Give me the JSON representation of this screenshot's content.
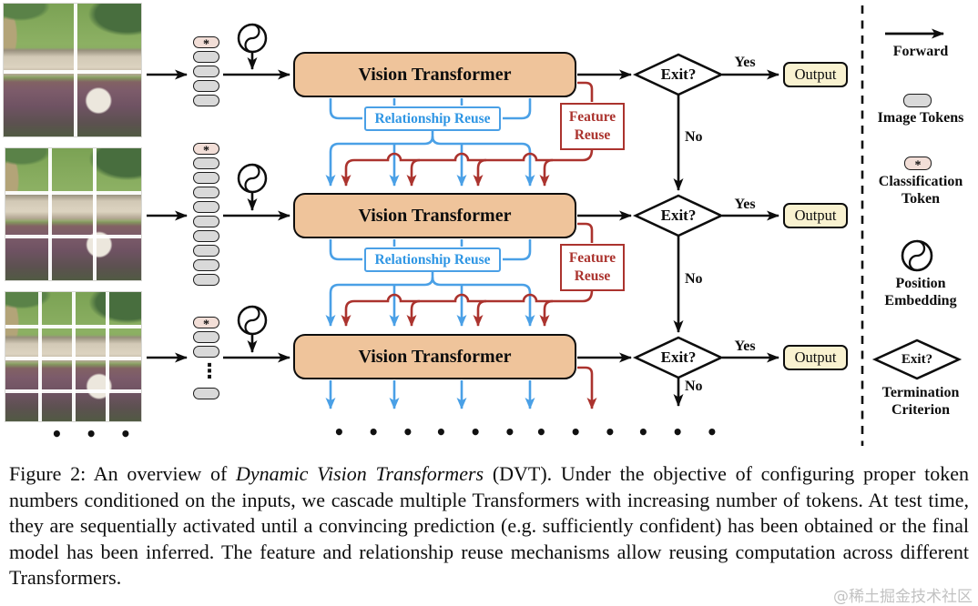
{
  "diagram": {
    "labels": {
      "vision_transformer": "Vision Transformer",
      "relationship_reuse": "Relationship Reuse",
      "feature_reuse_line1": "Feature",
      "feature_reuse_line2": "Reuse",
      "exit": "Exit?",
      "yes": "Yes",
      "no": "No",
      "output": "Output",
      "cls_token": "*",
      "ellipsis": "• • •",
      "vertical_ellipsis": "⋮"
    },
    "input_images": [
      {
        "description": "aerial photo of palace split into 2×2 patches"
      },
      {
        "description": "aerial photo of palace split into 3×3 patches"
      },
      {
        "description": "aerial photo of palace split into 4×4 patches"
      }
    ],
    "token_counts": [
      5,
      10,
      4
    ]
  },
  "legend": {
    "forward": "Forward",
    "image_tokens": "Image Tokens",
    "classification_token": "Classification Token",
    "position_embedding": "Position Embedding",
    "termination_criterion": "Termination Criterion",
    "exit": "Exit?"
  },
  "caption": {
    "lead": "Figure 2: An overview of ",
    "italic": "Dynamic Vision Transformers",
    "rest": " (DVT). Under the objective of configuring proper token numbers conditioned on the inputs, we cascade multiple Transformers with increasing number of tokens. At test time, they are sequentially activated until a convincing prediction (e.g. sufficiently confident) has been obtained or the final model has been inferred. The feature and relationship reuse mechanisms allow reusing computation across different Transformers."
  },
  "watermark": "@稀土掘金技术社区",
  "colors": {
    "vt_fill": "#efc49b",
    "output_fill": "#f9f2d0",
    "token_gray": "#d9d9d9",
    "token_cls": "#f2ded7",
    "reuse_blue": "#4aa0e6",
    "reuse_red": "#ab332e"
  }
}
